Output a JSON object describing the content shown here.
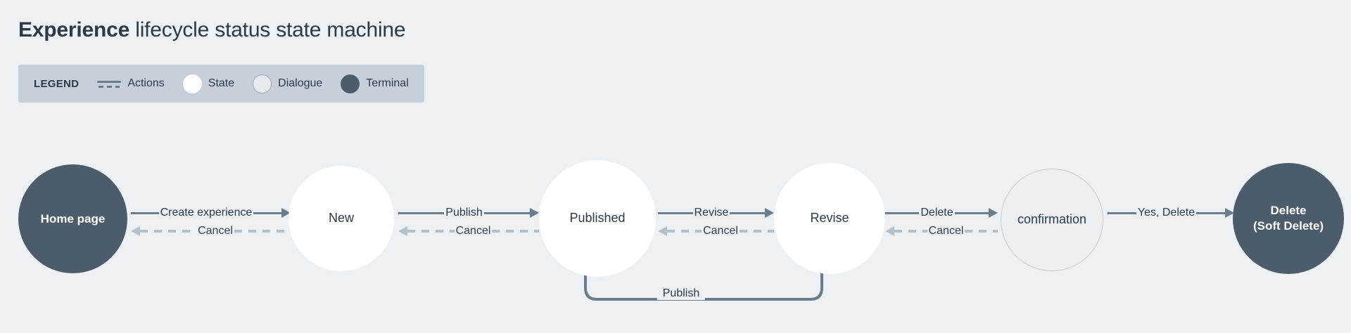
{
  "title": {
    "strong": "Experience",
    "rest": " lifecycle status state machine"
  },
  "legend": {
    "title": "LEGEND",
    "items": [
      {
        "icon": "actions-lines-icon",
        "label": "Actions"
      },
      {
        "icon": "state-circle-icon",
        "label": "State"
      },
      {
        "icon": "dialogue-circle-icon",
        "label": "Dialogue"
      },
      {
        "icon": "terminal-circle-icon",
        "label": "Terminal"
      }
    ]
  },
  "colors": {
    "background": "#eef1f4",
    "legend_bar": "#c5d0da",
    "terminal_fill": "#4c5c6b",
    "state_fill": "#ffffff",
    "dialogue_fill": "#edf0f3",
    "dialogue_stroke": "#c3ccd4",
    "solid_edge": "#6b7d8c",
    "dashed_edge": "#b3c1cc",
    "text_dark": "#2c3a47"
  },
  "chart_data": {
    "type": "diagram",
    "diagram_kind": "state-machine",
    "title": "Experience lifecycle status state machine",
    "nodes": [
      {
        "id": "home",
        "label": "Home page",
        "kind": "terminal"
      },
      {
        "id": "new",
        "label": "New",
        "kind": "state"
      },
      {
        "id": "published",
        "label": "Published",
        "kind": "state"
      },
      {
        "id": "revise",
        "label": "Revise",
        "kind": "state"
      },
      {
        "id": "confirmation",
        "label": "confirmation",
        "kind": "dialogue"
      },
      {
        "id": "delete",
        "label": "Delete\n(Soft Delete)",
        "kind": "terminal"
      }
    ],
    "edges": [
      {
        "from": "home",
        "to": "new",
        "label": "Create experience",
        "style": "solid",
        "direction": "forward"
      },
      {
        "from": "new",
        "to": "home",
        "label": "Cancel",
        "style": "dashed",
        "direction": "back"
      },
      {
        "from": "new",
        "to": "published",
        "label": "Publish",
        "style": "solid",
        "direction": "forward"
      },
      {
        "from": "published",
        "to": "new",
        "label": "Cancel",
        "style": "dashed",
        "direction": "back"
      },
      {
        "from": "published",
        "to": "revise",
        "label": "Revise",
        "style": "solid",
        "direction": "forward"
      },
      {
        "from": "revise",
        "to": "published",
        "label": "Cancel",
        "style": "dashed",
        "direction": "back"
      },
      {
        "from": "revise",
        "to": "confirmation",
        "label": "Delete",
        "style": "solid",
        "direction": "forward"
      },
      {
        "from": "confirmation",
        "to": "revise",
        "label": "Cancel",
        "style": "dashed",
        "direction": "back"
      },
      {
        "from": "confirmation",
        "to": "delete",
        "label": "Yes, Delete",
        "style": "solid",
        "direction": "forward"
      },
      {
        "from": "revise",
        "to": "published",
        "label": "Publish",
        "style": "solid",
        "direction": "loop-below"
      }
    ]
  },
  "nodes": {
    "home": {
      "label": "Home page"
    },
    "new": {
      "label": "New"
    },
    "published": {
      "label": "Published"
    },
    "revise": {
      "label": "Revise"
    },
    "confirmation": {
      "label": "confirmation"
    },
    "delete_line1": {
      "label": "Delete"
    },
    "delete_line2": {
      "label": "(Soft Delete)"
    }
  },
  "edges": {
    "create_experience": "Create experience",
    "cancel_1": "Cancel",
    "publish_1": "Publish",
    "cancel_2": "Cancel",
    "revise_1": "Revise",
    "cancel_3": "Cancel",
    "delete_1": "Delete",
    "cancel_4": "Cancel",
    "yes_delete": "Yes, Delete",
    "publish_loop": "Publish"
  }
}
